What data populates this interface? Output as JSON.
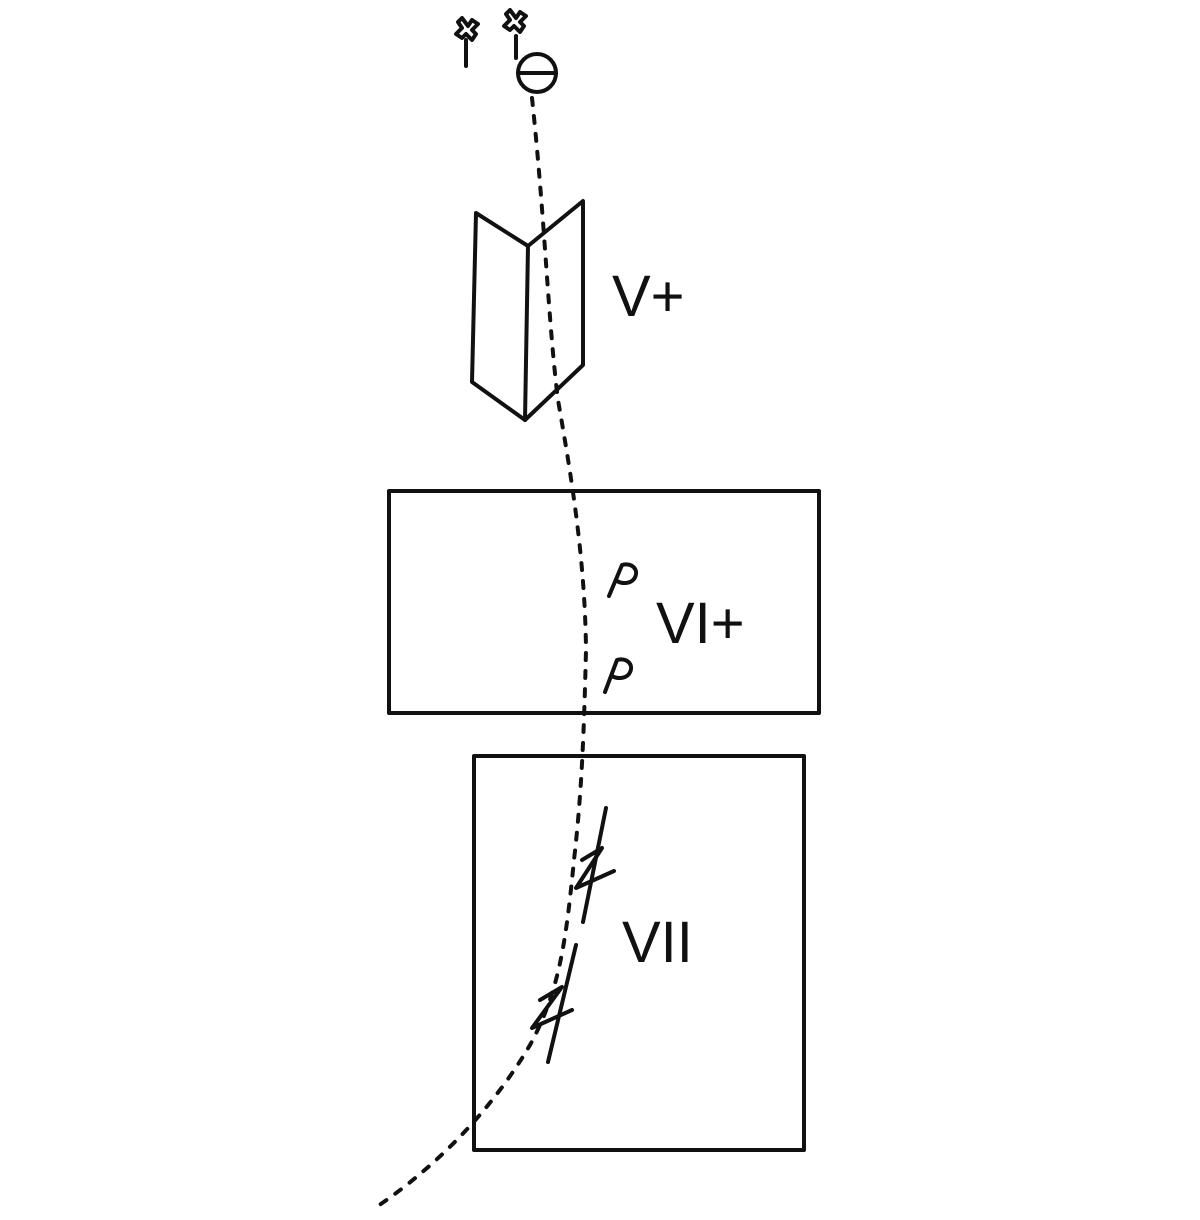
{
  "grades": {
    "v_plus": "V+",
    "vi_plus": "VI+",
    "vii": "VII"
  },
  "colors": {
    "ink": "#111111",
    "background": "#ffffff"
  },
  "symbols": {
    "trees": "tree-icon",
    "start": "circle-minus-icon",
    "dihedral": "dihedral-icon",
    "pitons": "piton-icon",
    "crack": "crack-icon"
  }
}
